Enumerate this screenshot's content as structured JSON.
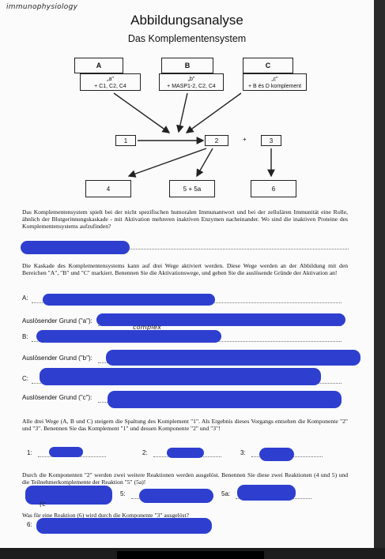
{
  "header": {
    "handwritten_note": "immunophysiology",
    "title": "Abbildungsanalyse",
    "subtitle": "Das Komplementensystem"
  },
  "diagram": {
    "pathways": [
      {
        "label": "A",
        "sub_label": "„a\"",
        "components": "+ C1, C2, C4"
      },
      {
        "label": "B",
        "sub_label": "„b\"",
        "components": "+ MASP1-2, C2, C4"
      },
      {
        "label": "C",
        "sub_label": "„c\"",
        "components": "+ B és D komplement"
      }
    ],
    "nodes": {
      "n1": "1",
      "n2": "2",
      "plus": "+",
      "n3": "3",
      "n4": "4",
      "n5": "5 + 5a",
      "n6": "6"
    }
  },
  "questions": {
    "q1_text": "Das Komplementensystem spielt bei der nicht spezifischen humoralen Immunantwort und bei der zellulären Immunität eine Rolle, ähnlich der Blutgerinnungskaskade - mit Aktivation mehreren inaktiven Enzymen nacheinander. Wo sind die inaktiven Proteine des Komplementensystems aufzufinden?",
    "q2_text": "Die Kaskade des Komplementensystems kann auf drei Wege aktiviert werden. Diese Wege werden an der Abbildung mit den Bereichen \"A\", \"B\" und \"C\" markiert. Benennen Sie die Aktivationswege, und geben Sie die auslösende Gründe der Aktivation an!",
    "label_a": "A:",
    "label_a_reason": "Auslösender Grund (\"a\"):",
    "handwriting_fragment_1": "complex",
    "label_b": "B:",
    "label_b_reason": "Auslösender Grund (\"b\"):",
    "label_c": "C:",
    "label_c_reason": "Auslösender Grund (\"c\"):",
    "q3_text": "Alle drei Wege (A, B und C) steigern die Spaltung des Komplement \"1\". Als Ergebnis dieses Vorgangs entsehen die Komponente \"2\" und \"3\". Benennen Sie das Komplement \"1\" und dessen Komponente \"2\" und \"3\"!",
    "label_1": "1:",
    "label_2": "2:",
    "label_3": "3:",
    "q4_text": "Durch die Komponenten \"2\" werden zwei weitere Reaktionen werden ausgelöst. Benennen Sie diese zwei Reaktionen (4 und 5) und die Teilnehmerkomplemente der Reaktion \"5\" (5a)!",
    "label_5": "5:",
    "label_5a": "5a:",
    "handwriting_fragment_2": "(c",
    "q5_text": "Was für eine Reaktion (6) wird durch die Komponente \"3\" ausgelöst?",
    "label_6": "6:"
  },
  "colors": {
    "redaction": "#2e3fd0",
    "paper": "#fbfbfb"
  }
}
